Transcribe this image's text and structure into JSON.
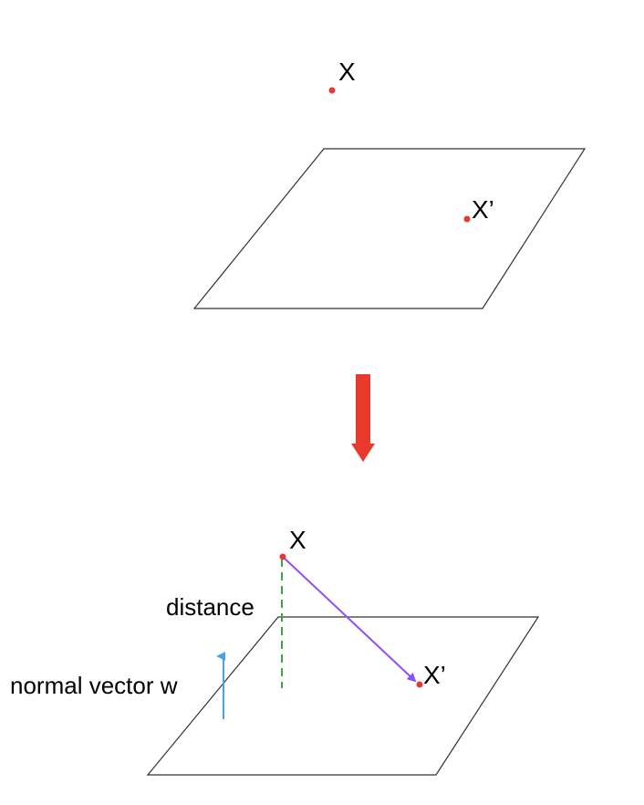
{
  "top_panel": {
    "point_x_label": "X",
    "point_x_prime_label": "X’"
  },
  "bottom_panel": {
    "point_x_label": "X",
    "point_x_prime_label": "X’",
    "distance_label": "distance",
    "normal_vector_label": "normal vector w"
  },
  "colors": {
    "plane_stroke": "#333333",
    "point": "#e53935",
    "big_arrow": "#e8392c",
    "normal_vector": "#4aa3df",
    "distance_line": "#3aa64a",
    "projection_arrow": "#8a4fff",
    "text": "#000000"
  }
}
